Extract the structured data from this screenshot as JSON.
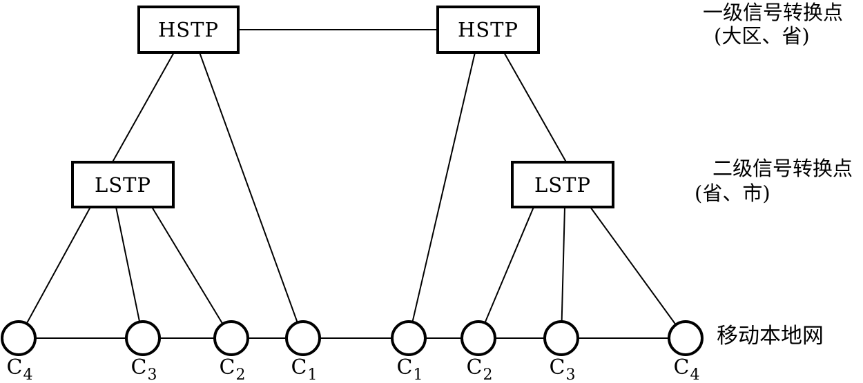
{
  "diagram": {
    "colors": {
      "line": "#000000",
      "background": "#ffffff"
    },
    "boxes": {
      "hstp_left": "HSTP",
      "hstp_right": "HSTP",
      "lstp_left": "LSTP",
      "lstp_right": "LSTP"
    },
    "side_labels": {
      "level1_line1": "一级信号转换点",
      "level1_line2": "(大区、省)",
      "level2_line1": "二级信号转换点",
      "level2_line2": "(省、市)",
      "local_network": "移动本地网"
    },
    "nodes": [
      {
        "base": "C",
        "sub": "4"
      },
      {
        "base": "C",
        "sub": "3"
      },
      {
        "base": "C",
        "sub": "2"
      },
      {
        "base": "C",
        "sub": "1"
      },
      {
        "base": "C",
        "sub": "1"
      },
      {
        "base": "C",
        "sub": "2"
      },
      {
        "base": "C",
        "sub": "3"
      },
      {
        "base": "C",
        "sub": "4"
      }
    ]
  }
}
